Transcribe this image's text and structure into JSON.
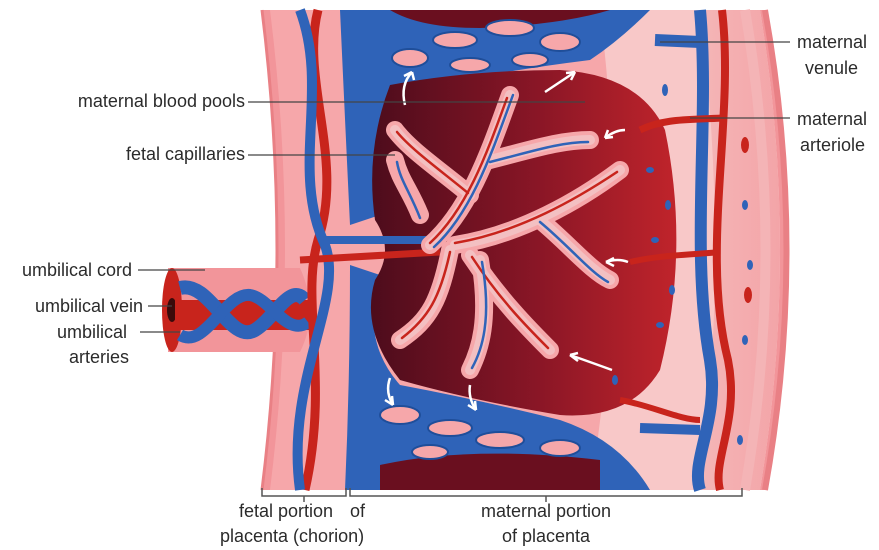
{
  "labels": {
    "maternal_blood_pools": "maternal blood pools",
    "fetal_capillaries": "fetal capillaries",
    "umbilical_cord": "umbilical cord",
    "umbilical_vein": "umbilical vein",
    "umbilical_arteries_1": "umbilical",
    "umbilical_arteries_2": "arteries",
    "maternal_venule_1": "maternal",
    "maternal_venule_2": "venule",
    "maternal_arteriole_1": "maternal",
    "maternal_arteriole_2": "arteriole",
    "fetal_portion_1": "fetal portion",
    "fetal_portion_2": "placenta (chorion)",
    "of_word": "of",
    "maternal_portion_1": "maternal portion",
    "maternal_portion_2": "of placenta"
  },
  "colors": {
    "tissue": "#f6a3a6",
    "tissue_light": "#f9c9c9",
    "membrane": "#ee8f93",
    "vein_blue": "#2f63b8",
    "vein_edge": "#1f4e9a",
    "artery_red": "#c8241c",
    "blood_dark": "#6a0f1f",
    "blood_mid": "#a61f2a",
    "label_text": "#2b2b2b",
    "leader": "#444444"
  }
}
